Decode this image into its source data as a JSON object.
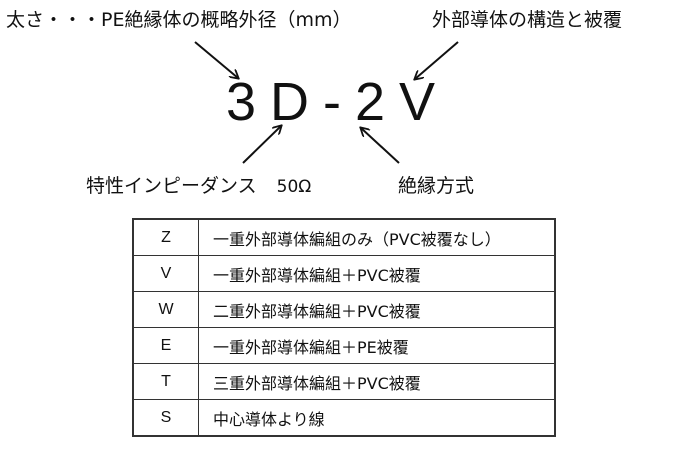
{
  "labels": {
    "size": "太さ・・・PE絶縁体の概略外径（mm）",
    "outer_conductor": "外部導体の構造と被覆",
    "impedance": "特性インピーダンス",
    "impedance_value": "50Ω",
    "insulation": "絶縁方式"
  },
  "code": "3D-2V",
  "table": {
    "rows": [
      {
        "key": "Z",
        "desc": "一重外部導体編組のみ（PVC被覆なし）"
      },
      {
        "key": "V",
        "desc": "一重外部導体編組＋PVC被覆"
      },
      {
        "key": "W",
        "desc": "二重外部導体編組＋PVC被覆"
      },
      {
        "key": "E",
        "desc": "一重外部導体編組＋PE被覆"
      },
      {
        "key": "T",
        "desc": "三重外部導体編組＋PVC被覆"
      },
      {
        "key": "S",
        "desc": "中心導体より線"
      }
    ]
  },
  "colors": {
    "text": "#111111",
    "border": "#333333",
    "background": "#ffffff"
  }
}
